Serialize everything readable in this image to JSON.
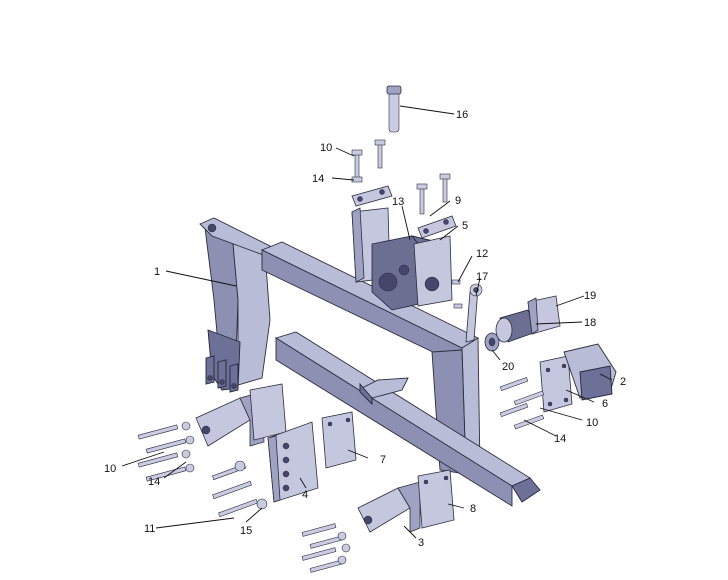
{
  "callouts": {
    "c1": "1",
    "c2": "2",
    "c3": "3",
    "c4": "4",
    "c5": "5",
    "c6": "6",
    "c7": "7",
    "c8": "8",
    "c9": "9",
    "c10a": "10",
    "c10b": "10",
    "c10c": "10",
    "c11": "11",
    "c12": "12",
    "c13": "13",
    "c14a": "14",
    "c14b": "14",
    "c14c": "14",
    "c15": "15",
    "c16": "16",
    "c17": "17",
    "c18": "18",
    "c19": "19",
    "c20": "20"
  },
  "colors": {
    "frame_light": "#b9bcd6",
    "frame_mid": "#8d90b3",
    "frame_dark": "#6e7197",
    "outline": "#2c2d3e",
    "background": "#ffffff"
  }
}
